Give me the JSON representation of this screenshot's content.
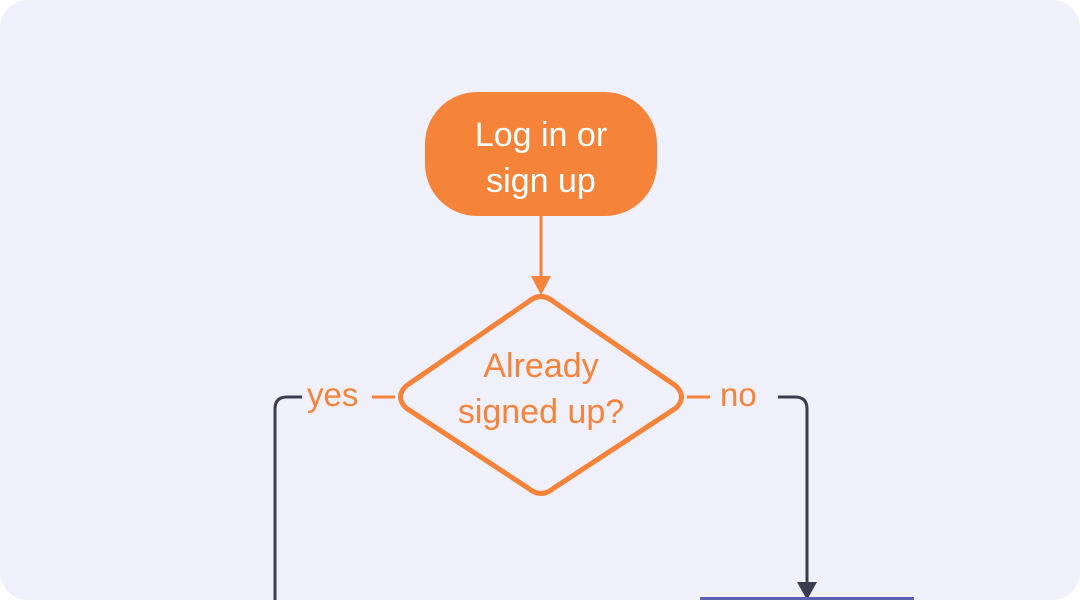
{
  "diagram": {
    "start_node": {
      "line1": "Log in or",
      "line2": "sign up"
    },
    "decision_node": {
      "line1": "Already",
      "line2": "signed up?"
    },
    "edges": {
      "yes_label": "yes",
      "no_label": "no"
    },
    "colors": {
      "accent": "#f5833a",
      "connector": "#3a3d4d",
      "background": "#f0f0fa",
      "partial_box": "#5b61b0"
    }
  }
}
